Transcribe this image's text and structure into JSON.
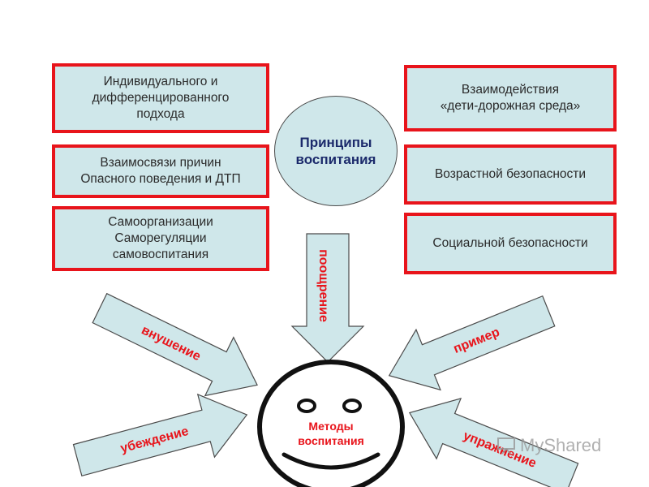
{
  "center": {
    "title": "Принципы\nвоспитания"
  },
  "principles_left": [
    "Индивидуального и\nдифференцированного\nподхода",
    "Взаимосвязи причин\nОпасного поведения и ДТП",
    "Самоорганизации\nСаморегуляции\nсамовоспитания"
  ],
  "principles_right": [
    "Взаимодействия\n«дети-дорожная среда»",
    "Возрастной безопасности",
    "Социальной безопасности"
  ],
  "methods": {
    "title": "Методы\nвоспитания",
    "arrows": {
      "top": "поощрение",
      "upper_left": "внушение",
      "upper_right": "пример",
      "lower_left": "убеждение",
      "lower_right": "упражнение"
    }
  },
  "watermark": {
    "text": "MyShared"
  },
  "colors": {
    "box_fill": "#cfe7ea",
    "box_border": "#e8141b",
    "label_red": "#e8141b",
    "center_text": "#1b2a6b"
  }
}
